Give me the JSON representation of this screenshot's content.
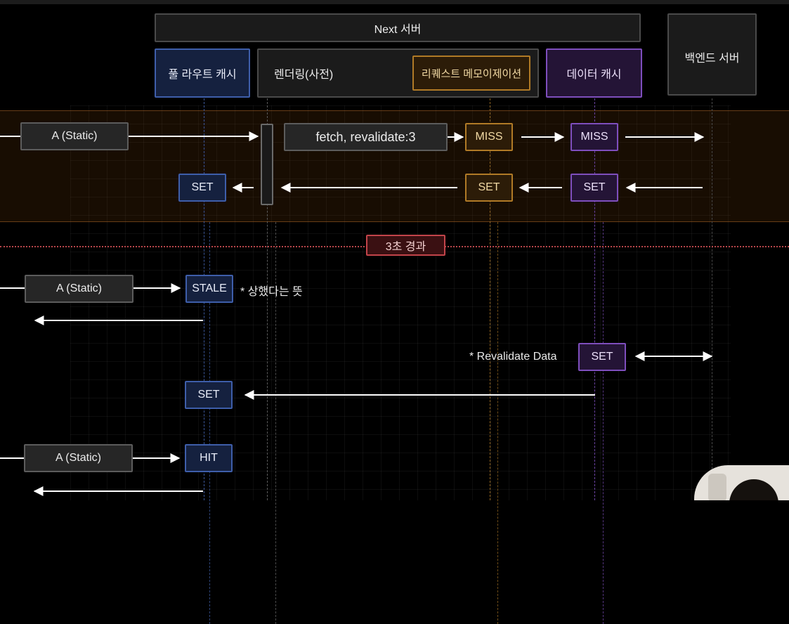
{
  "header": {
    "next_server": "Next 서버",
    "full_route_cache": "풀 라우트 캐시",
    "rendering": "렌더링(사전)",
    "request_memoization": "리퀘스트 메모이제이션",
    "data_cache": "데이터 캐시",
    "backend_server": "백엔드 서버"
  },
  "phase1": {
    "request": "A (Static)",
    "fetch": "fetch, revalidate:3",
    "memo_miss": "MISS",
    "data_miss": "MISS",
    "route_set": "SET",
    "memo_set": "SET",
    "data_set": "SET"
  },
  "divider": {
    "label": "3초 경과"
  },
  "phase2": {
    "request": "A (Static)",
    "stale": "STALE",
    "stale_note": "* 상했다는 뜻",
    "revalidate_note": "* Revalidate Data",
    "data_set": "SET",
    "route_set": "SET"
  },
  "phase3": {
    "request": "A (Static)",
    "hit": "HIT"
  },
  "colors": {
    "route_lane": "#3e5eaa",
    "memo_lane": "#b07a26",
    "data_lane": "#7e4ebd",
    "divider": "#c2444a",
    "arrow": "#ffffff"
  }
}
